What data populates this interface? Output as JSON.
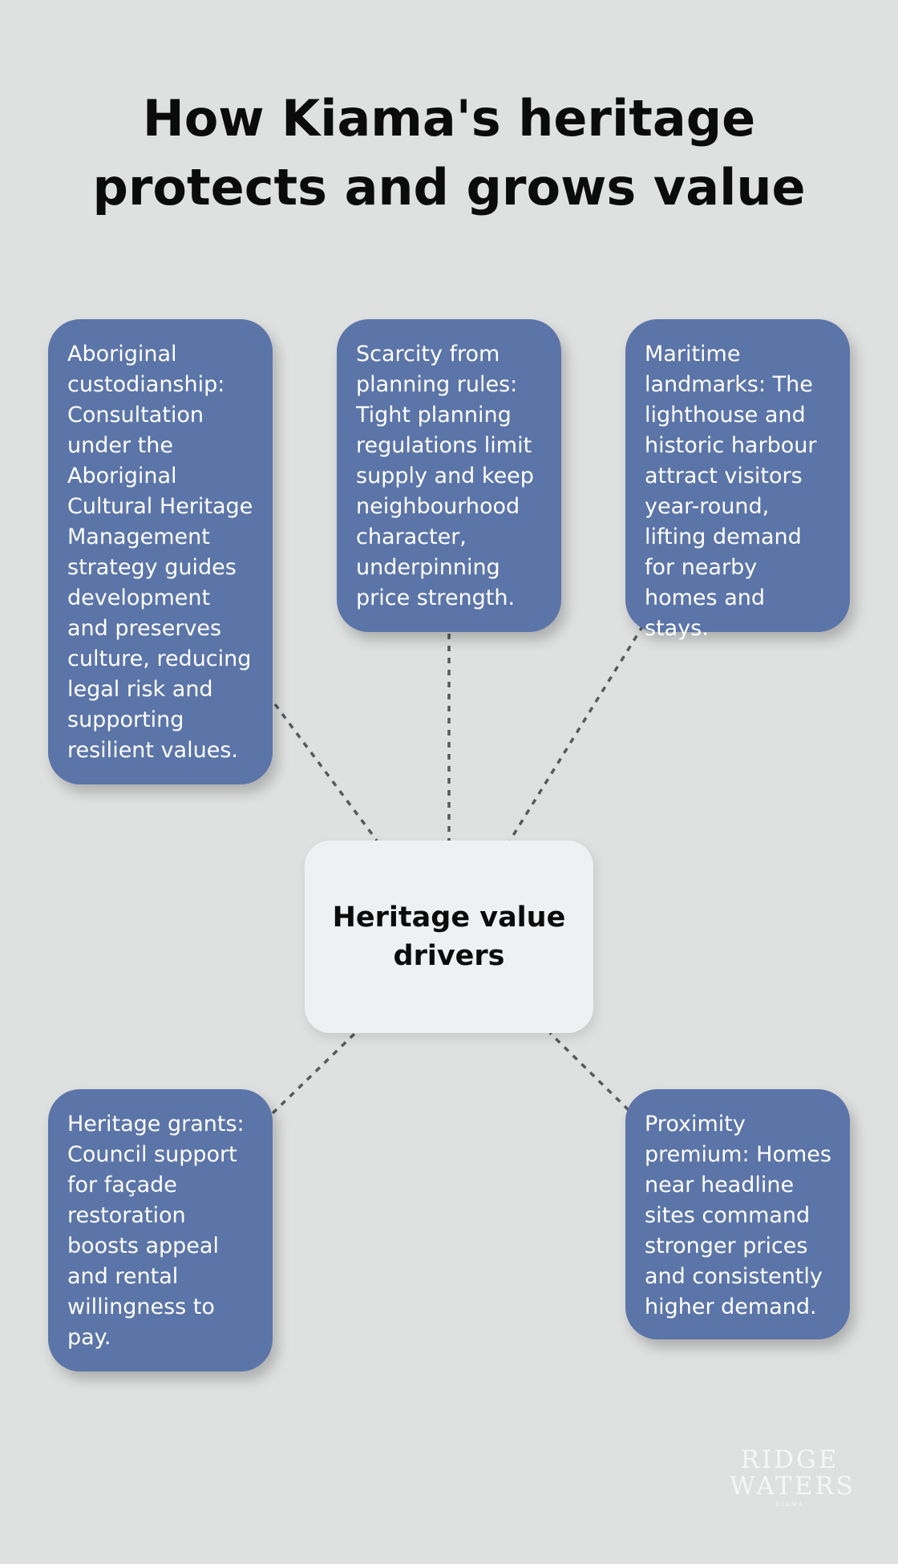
{
  "title": "How Kiama's heritage protects and grows value",
  "center_node": {
    "label": "Heritage value drivers"
  },
  "nodes": [
    {
      "id": "aboriginal",
      "text": "Aboriginal custodianship: Consultation under the Aboriginal Cultural Heritage Management strategy guides development and preserves culture, reducing legal risk and supporting resilient values."
    },
    {
      "id": "scarcity",
      "text": "Scarcity from planning rules: Tight planning regulations limit supply and keep neighbourhood character, underpinning price strength."
    },
    {
      "id": "maritime",
      "text": "Maritime landmarks: The lighthouse and historic harbour attract visitors year-round, lifting demand for nearby homes and stays."
    },
    {
      "id": "grants",
      "text": "Heritage grants: Council support for façade restoration boosts appeal and rental willingness to pay."
    },
    {
      "id": "proximity",
      "text": "Proximity premium: Homes near headline sites command stronger prices and consistently higher demand."
    }
  ],
  "logo": {
    "line1": "RIDGE",
    "line2": "WATERS",
    "sub": "KIAMA"
  },
  "colors": {
    "background": "#dfe0e0",
    "card": "#5c75a8",
    "center": "#eff0f2",
    "connector": "#555a5e",
    "title": "#0b0b0b"
  }
}
